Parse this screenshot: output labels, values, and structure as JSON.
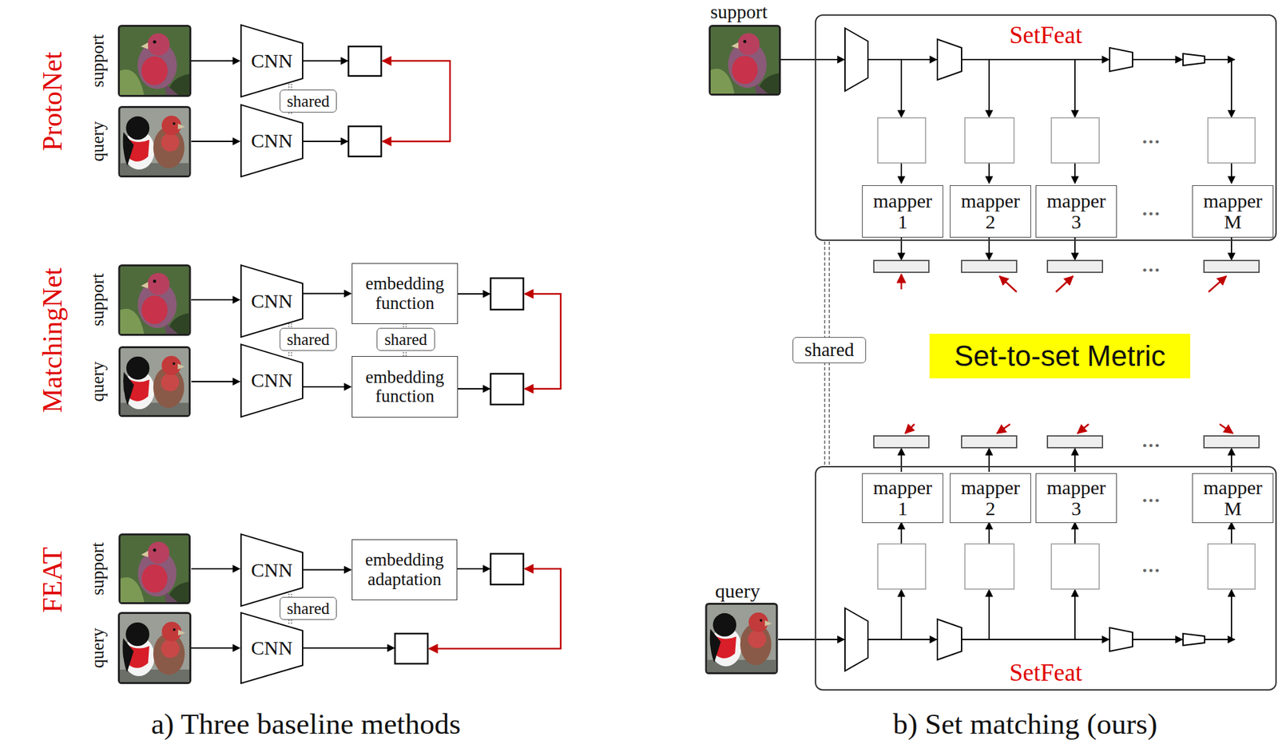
{
  "diagram": {
    "nodes": [
      {
        "text": [
          "CNN"
        ]
      },
      {
        "text": [
          "shared"
        ]
      },
      {
        "text": [
          "CNN"
        ]
      },
      {
        "text": [
          "CNN"
        ]
      },
      {
        "text": [
          "embedding function"
        ]
      },
      {
        "text": [
          "shared"
        ]
      },
      {
        "text": [
          "shared"
        ]
      },
      {
        "text": [
          "CNN"
        ]
      },
      {
        "text": [
          "embedding function"
        ]
      },
      {
        "text": [
          "CNN"
        ]
      },
      {
        "text": [
          "embedding adaptation"
        ]
      },
      {
        "text": [
          "shared"
        ]
      },
      {
        "text": [
          "CNN"
        ]
      },
      {
        "text": [
          "SetFeat"
        ]
      },
      {
        "text": [
          "mapper 1"
        ],
        "in": 13
      },
      {
        "text": [
          "mapper 2"
        ],
        "in": 13
      },
      {
        "text": [
          "mapper 3"
        ],
        "in": 13
      },
      {
        "text": [
          "mapper M"
        ],
        "in": 13
      },
      {
        "text": [
          "shared"
        ]
      },
      {
        "text": [
          "Set-to-set Metric"
        ]
      },
      {
        "text": [
          "SetFeat"
        ]
      },
      {
        "text": [
          "mapper 1"
        ],
        "in": 20
      },
      {
        "text": [
          "mapper 2"
        ],
        "in": 20
      },
      {
        "text": [
          "mapper 3"
        ],
        "in": 20
      },
      {
        "text": [
          "mapper M"
        ],
        "in": 20
      }
    ],
    "edges": [
      {
        "from": 3,
        "to": 4,
        "arrow": "to"
      },
      {
        "from": 7,
        "to": 8,
        "arrow": "to"
      },
      {
        "from": 9,
        "to": 10,
        "arrow": "to"
      }
    ],
    "labels": [
      "ProtoNet",
      "support",
      "query",
      "MatchingNet",
      "support",
      "query",
      "FEAT",
      "support",
      "query",
      "a) Three baseline methods",
      "support",
      "query",
      "...",
      "...",
      "...",
      "...",
      "...",
      "...",
      "b) Set matching (ours)"
    ]
  }
}
